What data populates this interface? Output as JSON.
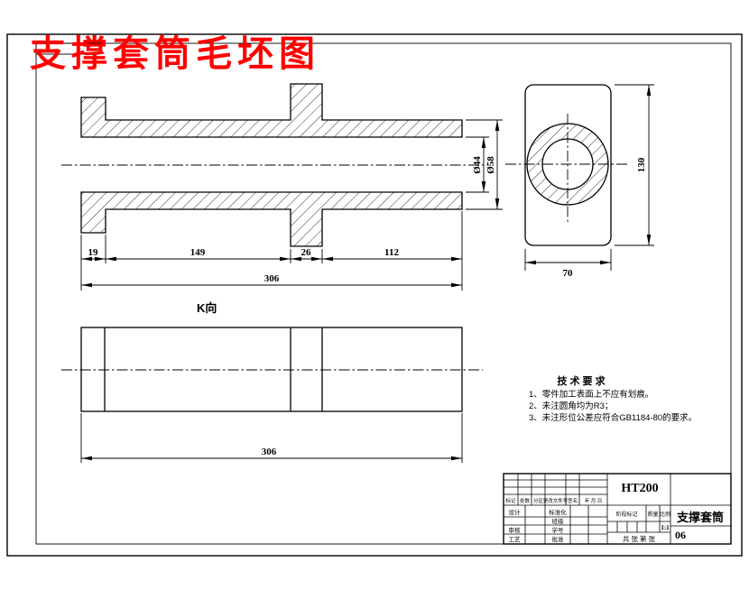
{
  "title": "支撑套筒毛坯图",
  "colors": {
    "line": "#000000",
    "title_red": "#FF0000",
    "background": "#FFFFFF"
  },
  "main_view": {
    "dims_chain": [
      "19",
      "149",
      "26",
      "112"
    ],
    "dim_total": "306",
    "dim_bore": "Ø44",
    "dim_outer": "Ø58"
  },
  "side_view": {
    "dim_height": "130",
    "dim_width": "70"
  },
  "k_view": {
    "label": "K向",
    "dim_total": "306"
  },
  "tech_requirements": {
    "title": "技 术 要 求",
    "items": [
      "1、零件加工表面上不应有划痕。",
      "2、未注圆角均为R3；",
      "3、未注形位公差应符合GB1184-80的要求。"
    ]
  },
  "title_block": {
    "material": "HT200",
    "part_name": "支撑套筒",
    "drawing_no": "06",
    "scale": "1:1",
    "revision_headers": [
      "标记",
      "处数",
      "分区",
      "更改文件号",
      "签名",
      "年 月 日"
    ],
    "roles": [
      "设计",
      "审核",
      "工艺"
    ],
    "mid_labels": [
      "标准化",
      "班级",
      "学号",
      "批准"
    ],
    "stage_header": "阶段标记",
    "mass_header": "质量",
    "scale_header": "比例",
    "sheet_text": "共  张  第  张"
  }
}
